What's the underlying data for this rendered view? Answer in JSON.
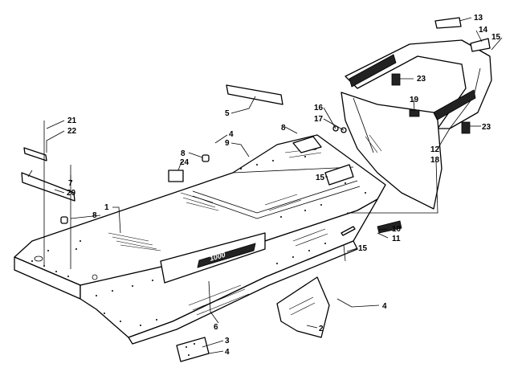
{
  "diagram": {
    "callouts": [
      {
        "id": "c1",
        "text": "1"
      },
      {
        "id": "c2",
        "text": "2"
      },
      {
        "id": "c3",
        "text": "3"
      },
      {
        "id": "c4a",
        "text": "4"
      },
      {
        "id": "c4b",
        "text": "4"
      },
      {
        "id": "c4c",
        "text": "4"
      },
      {
        "id": "c5",
        "text": "5"
      },
      {
        "id": "c6",
        "text": "6"
      },
      {
        "id": "c7",
        "text": "7"
      },
      {
        "id": "c8a",
        "text": "8"
      },
      {
        "id": "c8b",
        "text": "8"
      },
      {
        "id": "c8c",
        "text": "8"
      },
      {
        "id": "c9",
        "text": "9"
      },
      {
        "id": "c10",
        "text": "10"
      },
      {
        "id": "c11",
        "text": "11"
      },
      {
        "id": "c12",
        "text": "12"
      },
      {
        "id": "c13",
        "text": "13"
      },
      {
        "id": "c14",
        "text": "14"
      },
      {
        "id": "c15a",
        "text": "15"
      },
      {
        "id": "c15b",
        "text": "15"
      },
      {
        "id": "c15c",
        "text": "15"
      },
      {
        "id": "c16",
        "text": "16"
      },
      {
        "id": "c17",
        "text": "17"
      },
      {
        "id": "c18",
        "text": "18"
      },
      {
        "id": "c19",
        "text": "19"
      },
      {
        "id": "c20",
        "text": "20"
      },
      {
        "id": "c21",
        "text": "21"
      },
      {
        "id": "c22",
        "text": "22"
      },
      {
        "id": "c23a",
        "text": "23"
      },
      {
        "id": "c23b",
        "text": "23"
      },
      {
        "id": "c24",
        "text": "24"
      }
    ],
    "decal_text": "1000"
  }
}
